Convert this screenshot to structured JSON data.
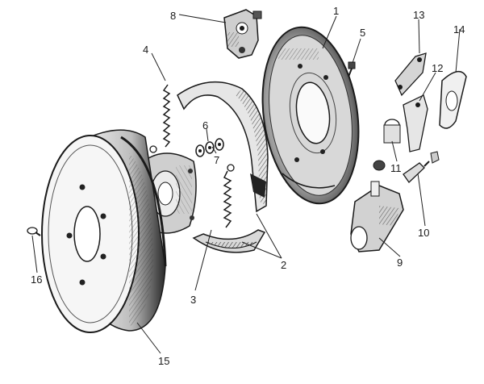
{
  "figure": {
    "callouts": [
      {
        "id": "c1",
        "label": "1"
      },
      {
        "id": "c2",
        "label": "2"
      },
      {
        "id": "c3",
        "label": "3"
      },
      {
        "id": "c4",
        "label": "4"
      },
      {
        "id": "c5",
        "label": "5"
      },
      {
        "id": "c6",
        "label": "6"
      },
      {
        "id": "c7",
        "label": "7"
      },
      {
        "id": "c8",
        "label": "8"
      },
      {
        "id": "c9",
        "label": "9"
      },
      {
        "id": "c10",
        "label": "10"
      },
      {
        "id": "c11",
        "label": "11"
      },
      {
        "id": "c12",
        "label": "12"
      },
      {
        "id": "c13",
        "label": "13"
      },
      {
        "id": "c14",
        "label": "14"
      },
      {
        "id": "c15",
        "label": "15"
      },
      {
        "id": "c16",
        "label": "16"
      }
    ]
  },
  "colors": {
    "ink": "#1a1a1a",
    "shade": "#555555",
    "paper": "#ffffff"
  }
}
